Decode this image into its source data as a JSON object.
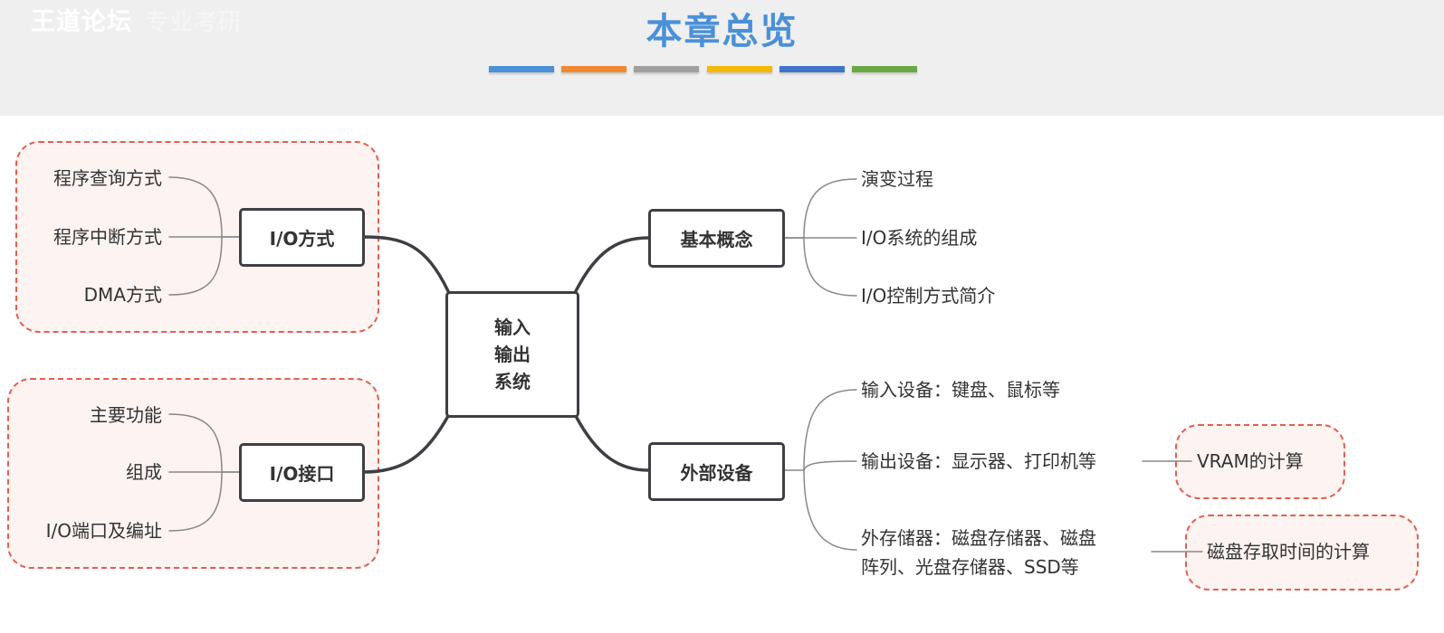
{
  "watermark": {
    "main": "王道论坛",
    "sub": "专业考研"
  },
  "page_title": "本章总览",
  "title_bar_colors": [
    "#4a90d9",
    "#ef8a33",
    "#a0a0a0",
    "#f5b800",
    "#3f74c9",
    "#6aa843"
  ],
  "colors": {
    "title": "#4a90d9",
    "box_border": "#3d3f44",
    "group_border": "#e06050",
    "group_fill": "#fdf3f1",
    "link": "#3d3f44",
    "thin_link": "#888888"
  },
  "root": {
    "lines": [
      "输入",
      "输出",
      "系统"
    ]
  },
  "branches": {
    "io_methods": {
      "label": "I/O方式",
      "leaves": [
        "程序查询方式",
        "程序中断方式",
        "DMA方式"
      ]
    },
    "io_interface": {
      "label": "I/O接口",
      "leaves": [
        "主要功能",
        "组成",
        "I/O端口及编址"
      ]
    },
    "basic_concepts": {
      "label": "基本概念",
      "leaves": [
        "演变过程",
        "I/O系统的组成",
        "I/O控制方式简介"
      ]
    },
    "external_devices": {
      "label": "外部设备",
      "leaves": [
        "输入设备：键盘、鼠标等",
        "输出设备：显示器、打印机等"
      ],
      "storage_lines": [
        "外存储器：磁盘存储器、磁盘",
        "阵列、光盘存储器、SSD等"
      ],
      "callouts": [
        "VRAM的计算",
        "磁盘存取时间的计算"
      ]
    }
  }
}
